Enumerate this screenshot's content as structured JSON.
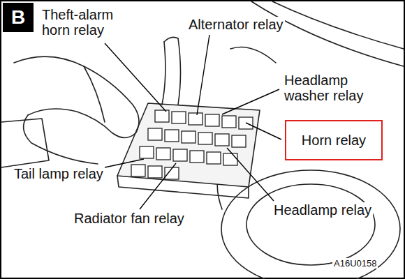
{
  "diagram": {
    "nodes": [
      {
        "text": [
          "B"
        ]
      },
      {
        "text": [
          "Horn relay"
        ]
      }
    ],
    "labels": [
      "Theft-alarm horn relay",
      "Alternator relay",
      "Headlamp washer relay",
      "Tail lamp relay",
      "Radiator fan relay",
      "Headlamp relay",
      "A16U0158"
    ]
  }
}
